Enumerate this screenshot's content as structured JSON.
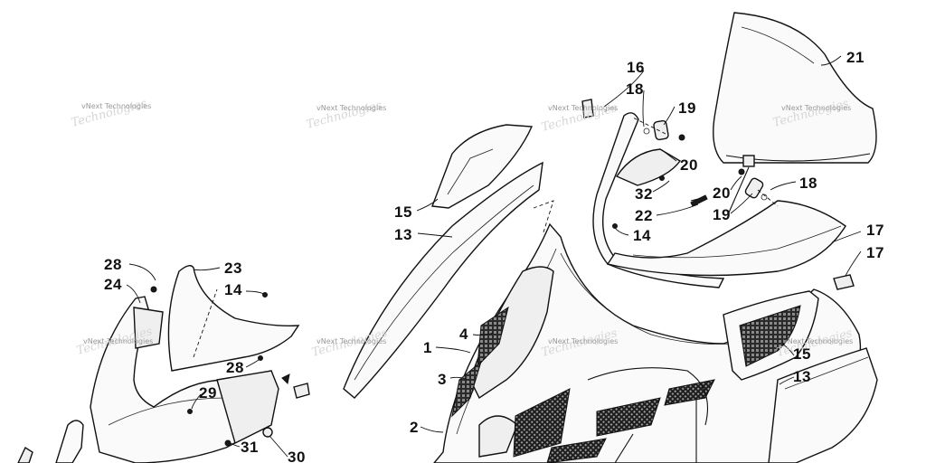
{
  "watermark": "vNext Technologies",
  "callouts": [
    "1",
    "2",
    "3",
    "4",
    "13",
    "13",
    "14",
    "14",
    "15",
    "15",
    "16",
    "17",
    "17",
    "18",
    "18",
    "19",
    "19",
    "20",
    "20",
    "21",
    "22",
    "23",
    "24",
    "28",
    "28",
    "29",
    "30",
    "31",
    "32"
  ]
}
